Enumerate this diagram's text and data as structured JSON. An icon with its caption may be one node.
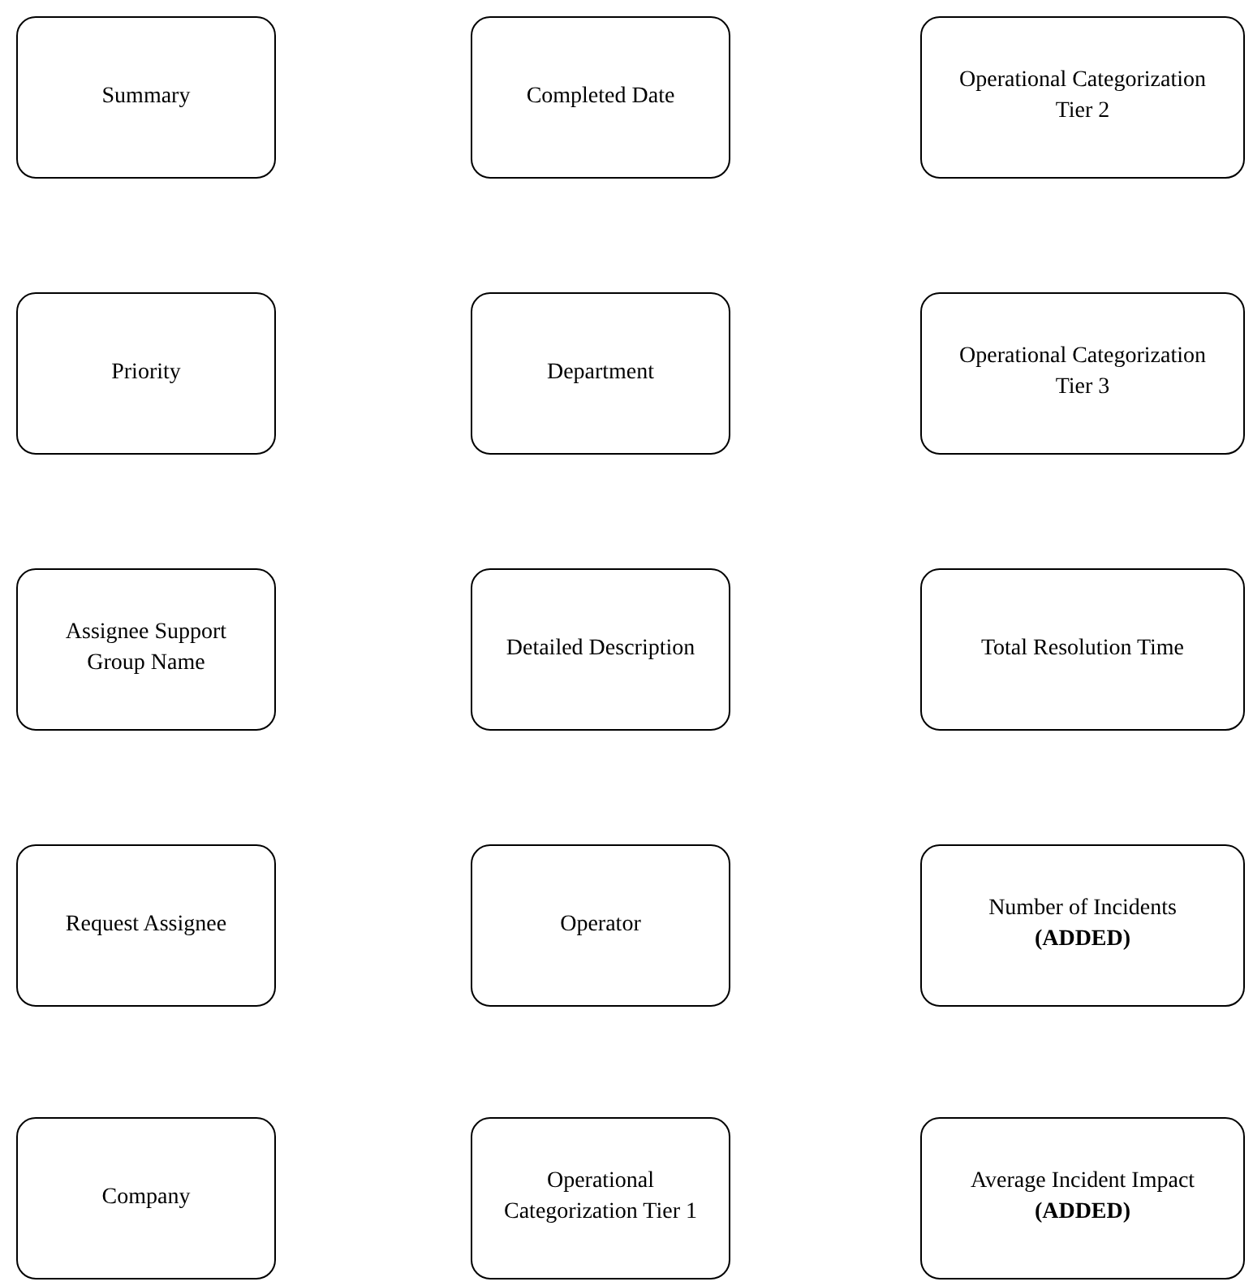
{
  "diagram": {
    "nodes": [
      {
        "text": [
          "Summary"
        ]
      },
      {
        "text": [
          "Completed Date"
        ]
      },
      {
        "text": [
          "Operational Categorization Tier 2"
        ]
      },
      {
        "text": [
          "Priority"
        ]
      },
      {
        "text": [
          "Department"
        ]
      },
      {
        "text": [
          "Operational Categorization Tier 3"
        ]
      },
      {
        "text": [
          "Assignee Support Group Name"
        ]
      },
      {
        "text": [
          "Detailed Description"
        ]
      },
      {
        "text": [
          "Total Resolution Time"
        ]
      },
      {
        "text": [
          "Request Assignee"
        ]
      },
      {
        "text": [
          "Operator"
        ]
      },
      {
        "text": [
          "Number of Incidents **(ADDED)**"
        ]
      },
      {
        "text": [
          "Company"
        ]
      },
      {
        "text": [
          "Operational Categorization Tier 1"
        ]
      },
      {
        "text": [
          "Average Incident Impact **(ADDED)**"
        ]
      }
    ]
  }
}
